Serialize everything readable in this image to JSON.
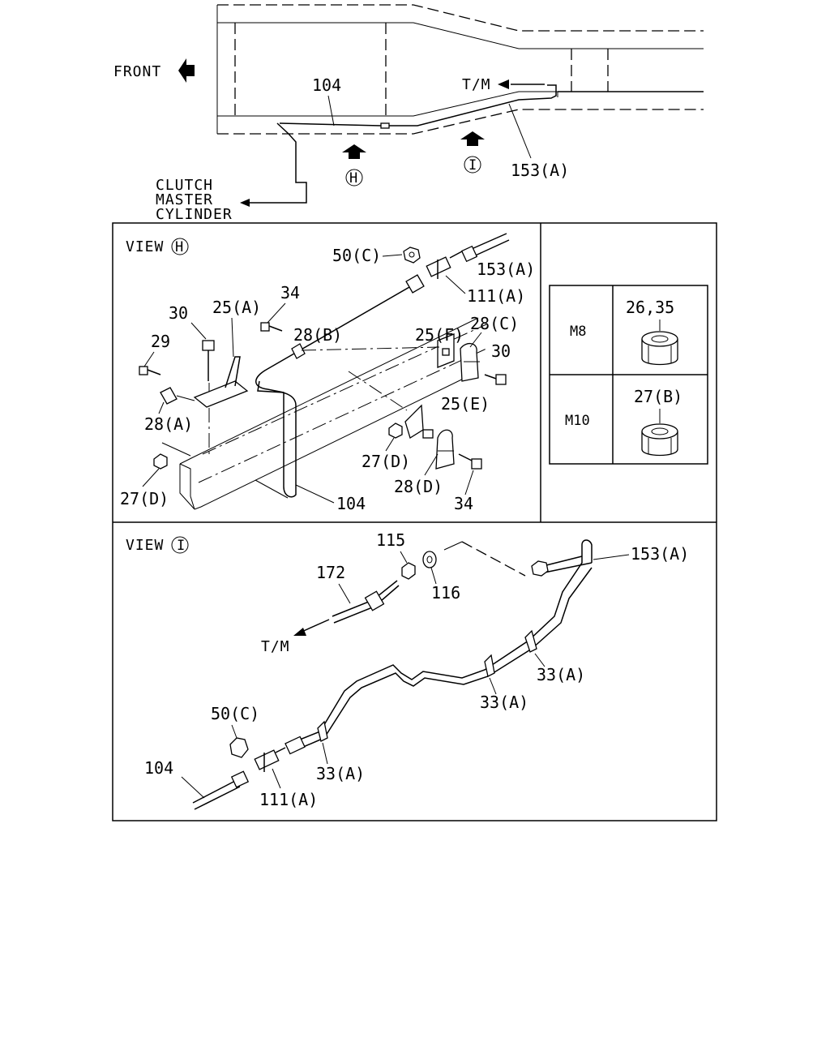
{
  "overview": {
    "front_label": "FRONT",
    "tm_label": "T/M",
    "clutch_line1": "CLUTCH",
    "clutch_line2": "MASTER",
    "clutch_line3": "CYLINDER",
    "pipe_label": "104",
    "hose_label": "153(A)",
    "view_h_marker": "H",
    "view_i_marker": "I"
  },
  "view_h": {
    "title": "VIEW",
    "marker": "H",
    "parts": {
      "p50c": "50(C)",
      "p153a": "153(A)",
      "p111a": "111(A)",
      "p34_top": "34",
      "p28b": "28(B)",
      "p25f": "25(F)",
      "p28c": "28(C)",
      "p30_right": "30",
      "p30_left": "30",
      "p25a": "25(A)",
      "p29": "29",
      "p28a": "28(A)",
      "p25e": "25(E)",
      "p27d_right": "27(D)",
      "p28d": "28(D)",
      "p34_bottom": "34",
      "p27d_left": "27(D)",
      "p104": "104"
    }
  },
  "table": {
    "rows": [
      {
        "size": "M8",
        "part": "26,35"
      },
      {
        "size": "M10",
        "part": "27(B)"
      }
    ]
  },
  "view_i": {
    "title": "VIEW",
    "marker": "I",
    "parts": {
      "p115": "115",
      "p116": "116",
      "p172": "172",
      "p153a": "153(A)",
      "tm": "T/M",
      "p33a_1": "33(A)",
      "p33a_2": "33(A)",
      "p33a_3": "33(A)",
      "p50c": "50(C)",
      "p104": "104",
      "p111a": "111(A)"
    }
  }
}
